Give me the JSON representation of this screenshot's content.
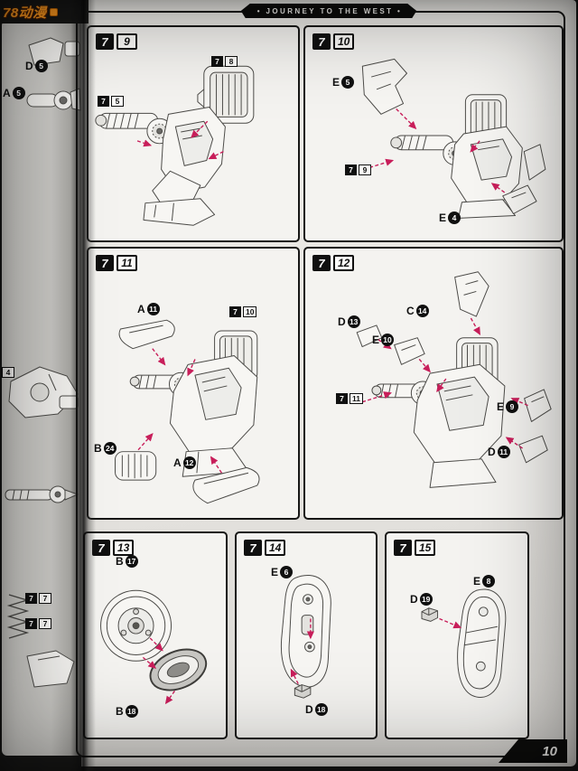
{
  "watermark": {
    "text": "78动漫"
  },
  "header": {
    "banner": "• JOURNEY TO THE WEST •"
  },
  "footer": {
    "page_number": "10"
  },
  "left_page": {
    "d5": {
      "letter": "D",
      "num": "5"
    },
    "a5": {
      "letter": "A",
      "num": "5"
    },
    "ref4": {
      "num": "4"
    },
    "ref7a": {
      "step": "7",
      "num": "7"
    },
    "ref7b": {
      "step": "7",
      "num": "7"
    }
  },
  "panels": {
    "p9": {
      "step": "7",
      "num": "9",
      "ref_top": {
        "step": "7",
        "num": "8"
      },
      "ref_left": {
        "step": "7",
        "num": "5"
      }
    },
    "p10": {
      "step": "7",
      "num": "10",
      "ref_left": {
        "step": "7",
        "num": "9"
      },
      "e5": {
        "letter": "E",
        "num": "5"
      },
      "e4": {
        "letter": "E",
        "num": "4"
      }
    },
    "p11": {
      "step": "7",
      "num": "11",
      "ref_top": {
        "step": "7",
        "num": "10"
      },
      "a11": {
        "letter": "A",
        "num": "11"
      },
      "b24": {
        "letter": "B",
        "num": "24"
      },
      "a12": {
        "letter": "A",
        "num": "12"
      }
    },
    "p12": {
      "step": "7",
      "num": "12",
      "ref_left": {
        "step": "7",
        "num": "11"
      },
      "c14": {
        "letter": "C",
        "num": "14"
      },
      "d13": {
        "letter": "D",
        "num": "13"
      },
      "e10": {
        "letter": "E",
        "num": "10"
      },
      "e9": {
        "letter": "E",
        "num": "9"
      },
      "d11": {
        "letter": "D",
        "num": "11"
      }
    },
    "p13": {
      "step": "7",
      "num": "13",
      "b17": {
        "letter": "B",
        "num": "17"
      },
      "b18": {
        "letter": "B",
        "num": "18"
      }
    },
    "p14": {
      "step": "7",
      "num": "14",
      "e6": {
        "letter": "E",
        "num": "6"
      },
      "d18": {
        "letter": "D",
        "num": "18"
      }
    },
    "p15": {
      "step": "7",
      "num": "15",
      "e8": {
        "letter": "E",
        "num": "8"
      },
      "d19": {
        "letter": "D",
        "num": "19"
      }
    }
  },
  "colors": {
    "arrow": "#c81e5a",
    "watermark_orange": "#f5941e"
  }
}
